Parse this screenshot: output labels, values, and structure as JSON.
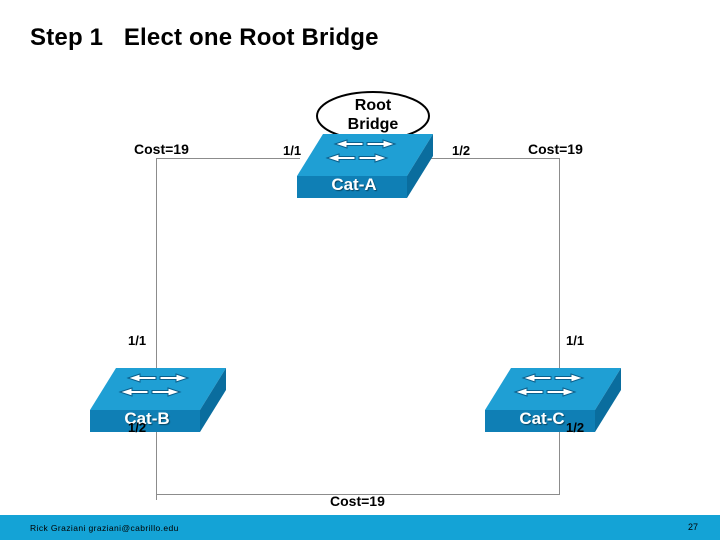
{
  "slide": {
    "title": "Step 1   Elect one Root Bridge",
    "footer_left": "Rick Graziani  graziani@cabrillo.edu",
    "page_number": "27",
    "accent_color": "#14a3d6"
  },
  "diagram": {
    "type": "network-topology",
    "root_bridge_callout": {
      "line1": "Root",
      "line2": "Bridge"
    },
    "switches": [
      {
        "id": "cat-a",
        "label": "Cat-A",
        "is_root": true
      },
      {
        "id": "cat-b",
        "label": "Cat-B",
        "is_root": false
      },
      {
        "id": "cat-c",
        "label": "Cat-C",
        "is_root": false
      }
    ],
    "port_labels": [
      {
        "id": "cat-a-port-1-1",
        "text": "1/1"
      },
      {
        "id": "cat-a-port-1-2",
        "text": "1/2"
      },
      {
        "id": "cat-b-port-1-1",
        "text": "1/1"
      },
      {
        "id": "cat-b-port-1-2",
        "text": "1/2"
      },
      {
        "id": "cat-c-port-1-1",
        "text": "1/1"
      },
      {
        "id": "cat-c-port-1-2",
        "text": "1/2"
      }
    ],
    "cost_labels": [
      {
        "id": "cost-left",
        "text": "Cost=19"
      },
      {
        "id": "cost-right",
        "text": "Cost=19"
      },
      {
        "id": "cost-bottom",
        "text": "Cost=19"
      }
    ]
  }
}
